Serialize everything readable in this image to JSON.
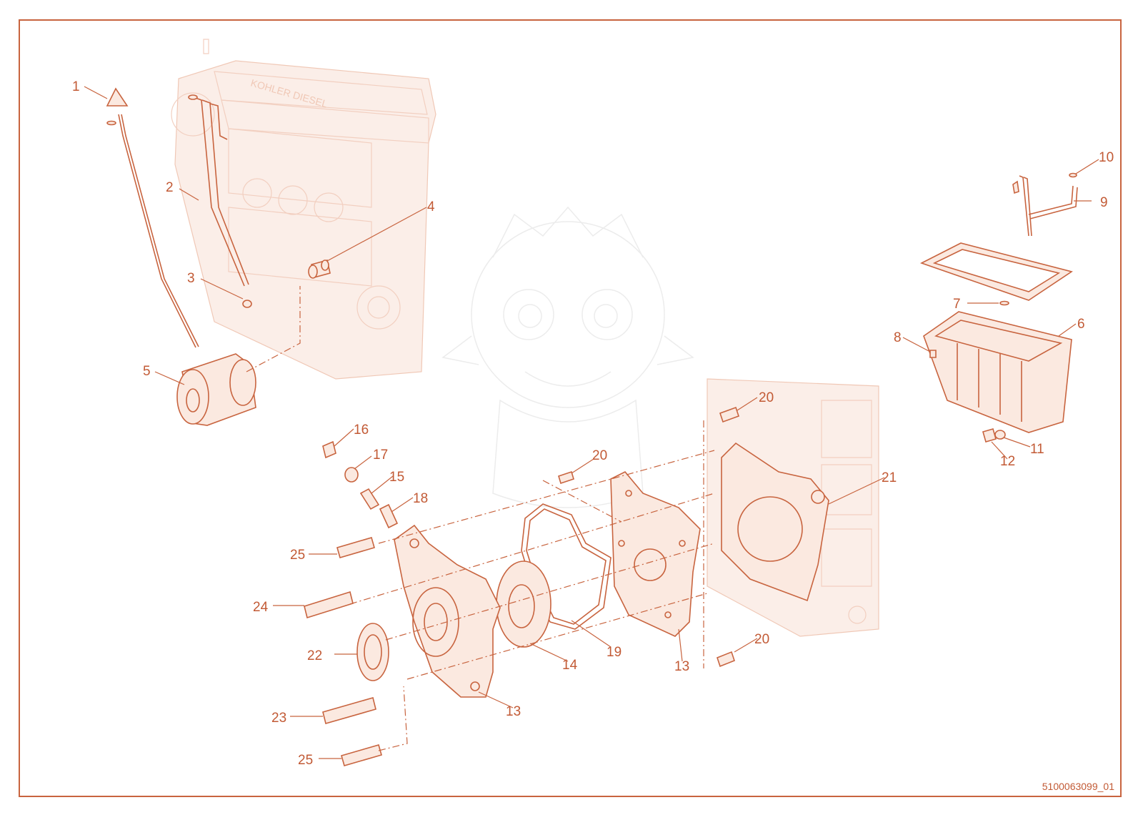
{
  "colors": {
    "accent": "#c8643f",
    "part_fill": "#fbe9e0",
    "ghost": "#f2cfc0",
    "background": "#ffffff"
  },
  "document_id": "5100063099_01",
  "engine_label": "KOHLER DIESEL",
  "callouts": [
    {
      "n": "1"
    },
    {
      "n": "2"
    },
    {
      "n": "3"
    },
    {
      "n": "4"
    },
    {
      "n": "5"
    },
    {
      "n": "6"
    },
    {
      "n": "7"
    },
    {
      "n": "8"
    },
    {
      "n": "9"
    },
    {
      "n": "10"
    },
    {
      "n": "11"
    },
    {
      "n": "12"
    },
    {
      "n": "13"
    },
    {
      "n": "13"
    },
    {
      "n": "14"
    },
    {
      "n": "15"
    },
    {
      "n": "16"
    },
    {
      "n": "17"
    },
    {
      "n": "18"
    },
    {
      "n": "19"
    },
    {
      "n": "20"
    },
    {
      "n": "20"
    },
    {
      "n": "20"
    },
    {
      "n": "21"
    },
    {
      "n": "22"
    },
    {
      "n": "23"
    },
    {
      "n": "24"
    },
    {
      "n": "25"
    },
    {
      "n": "25"
    }
  ]
}
